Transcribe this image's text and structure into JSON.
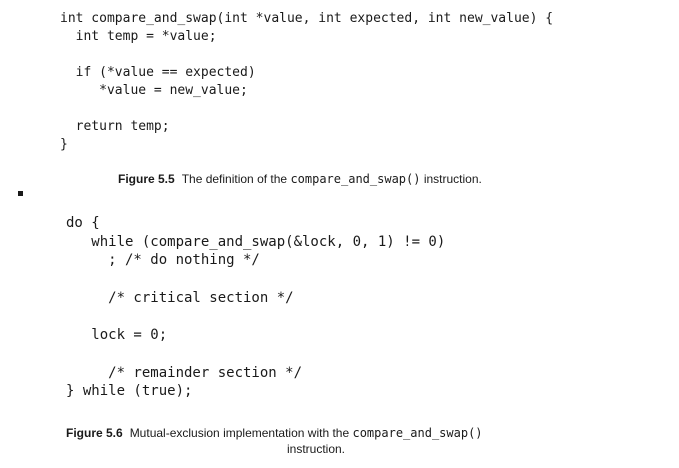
{
  "figure_5_5": {
    "code_lines": [
      "int compare_and_swap(int *value, int expected, int new_value) {",
      "  int temp = *value;",
      "",
      "  if (*value == expected)",
      "     *value = new_value;",
      "",
      "  return temp;",
      "}"
    ],
    "caption_label": "Figure 5.5",
    "caption_text": "The definition of the ",
    "caption_code": "compare_and_swap()",
    "caption_end": " instruction."
  },
  "figure_5_6": {
    "code_lines": [
      "do {",
      "   while (compare_and_swap(&lock, 0, 1) != 0)",
      "     ; /* do nothing */",
      "",
      "     /* critical section */",
      "",
      "   lock = 0;",
      "",
      "     /* remainder section */",
      "} while (true);"
    ],
    "caption_label": "Figure 5.6",
    "caption_text": "Mutual-exclusion implementation with the ",
    "caption_code": "compare_and_swap()",
    "caption_line2": "instruction."
  }
}
